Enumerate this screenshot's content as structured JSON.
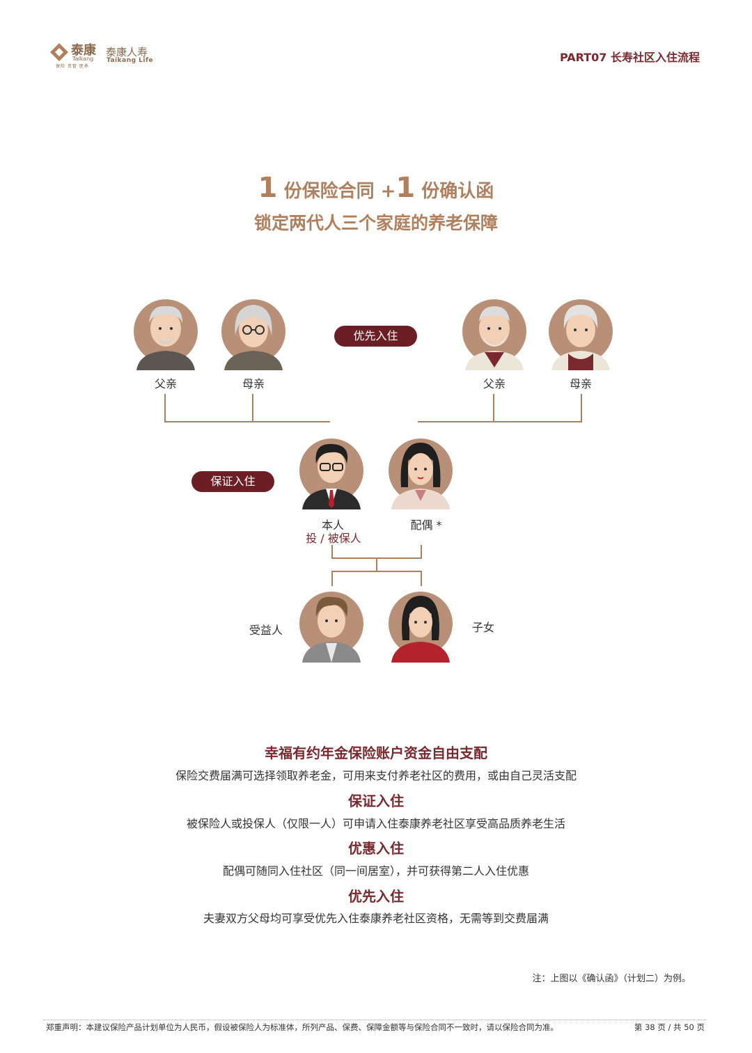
{
  "header": {
    "logo_main": "泰康",
    "logo_en": "Taikang",
    "logo_sub": "保险 资管 医养",
    "logo2_cn": "泰康人寿",
    "logo2_en": "Taikang Life",
    "part_title": "PART07 长寿社区入住流程"
  },
  "headline": {
    "num1": "1",
    "text1": " 份保险合同 +",
    "num2": "1",
    "text2": " 份确认函",
    "line2": "锁定两代人三个家庭的养老保障"
  },
  "diagram": {
    "pill_priority": "优先入住",
    "pill_guarantee": "保证入住",
    "left_father": "父亲",
    "left_mother": "母亲",
    "right_father": "父亲",
    "right_mother": "母亲",
    "self": "本人",
    "self_role": "投 / 被保人",
    "spouse": "配偶 *",
    "beneficiary": "受益人",
    "children": "子女"
  },
  "sections": [
    {
      "title": "幸福有约年金保险账户资金自由支配",
      "body": "保险交费届满可选择领取养老金，可用来支付养老社区的费用，或由自己灵活支配"
    },
    {
      "title": "保证入住",
      "body": "被保险人或投保人（仅限一人）可申请入住泰康养老社区享受高品质养老生活"
    },
    {
      "title": "优惠入住",
      "body": "配偶可随同入住社区（同一间居室），并可获得第二人入住优惠"
    },
    {
      "title": "优先入住",
      "body": "夫妻双方父母均可享受优先入住泰康养老社区资格，无需等到交费届满"
    }
  ],
  "note": "注：上图以《确认函》（计划二）为例。",
  "footer": {
    "disclaimer": "郑重声明：本建议保险产品计划单位为人民币，假设被保险人为标准体，所列产品、保费、保障金额等与保险合同不一致时，请以保险合同为准。",
    "page": "第 38 页 / 共 50 页"
  },
  "colors": {
    "accent": "#7a2a2e",
    "gold": "#b0805e",
    "pill": "#6b1f25"
  }
}
